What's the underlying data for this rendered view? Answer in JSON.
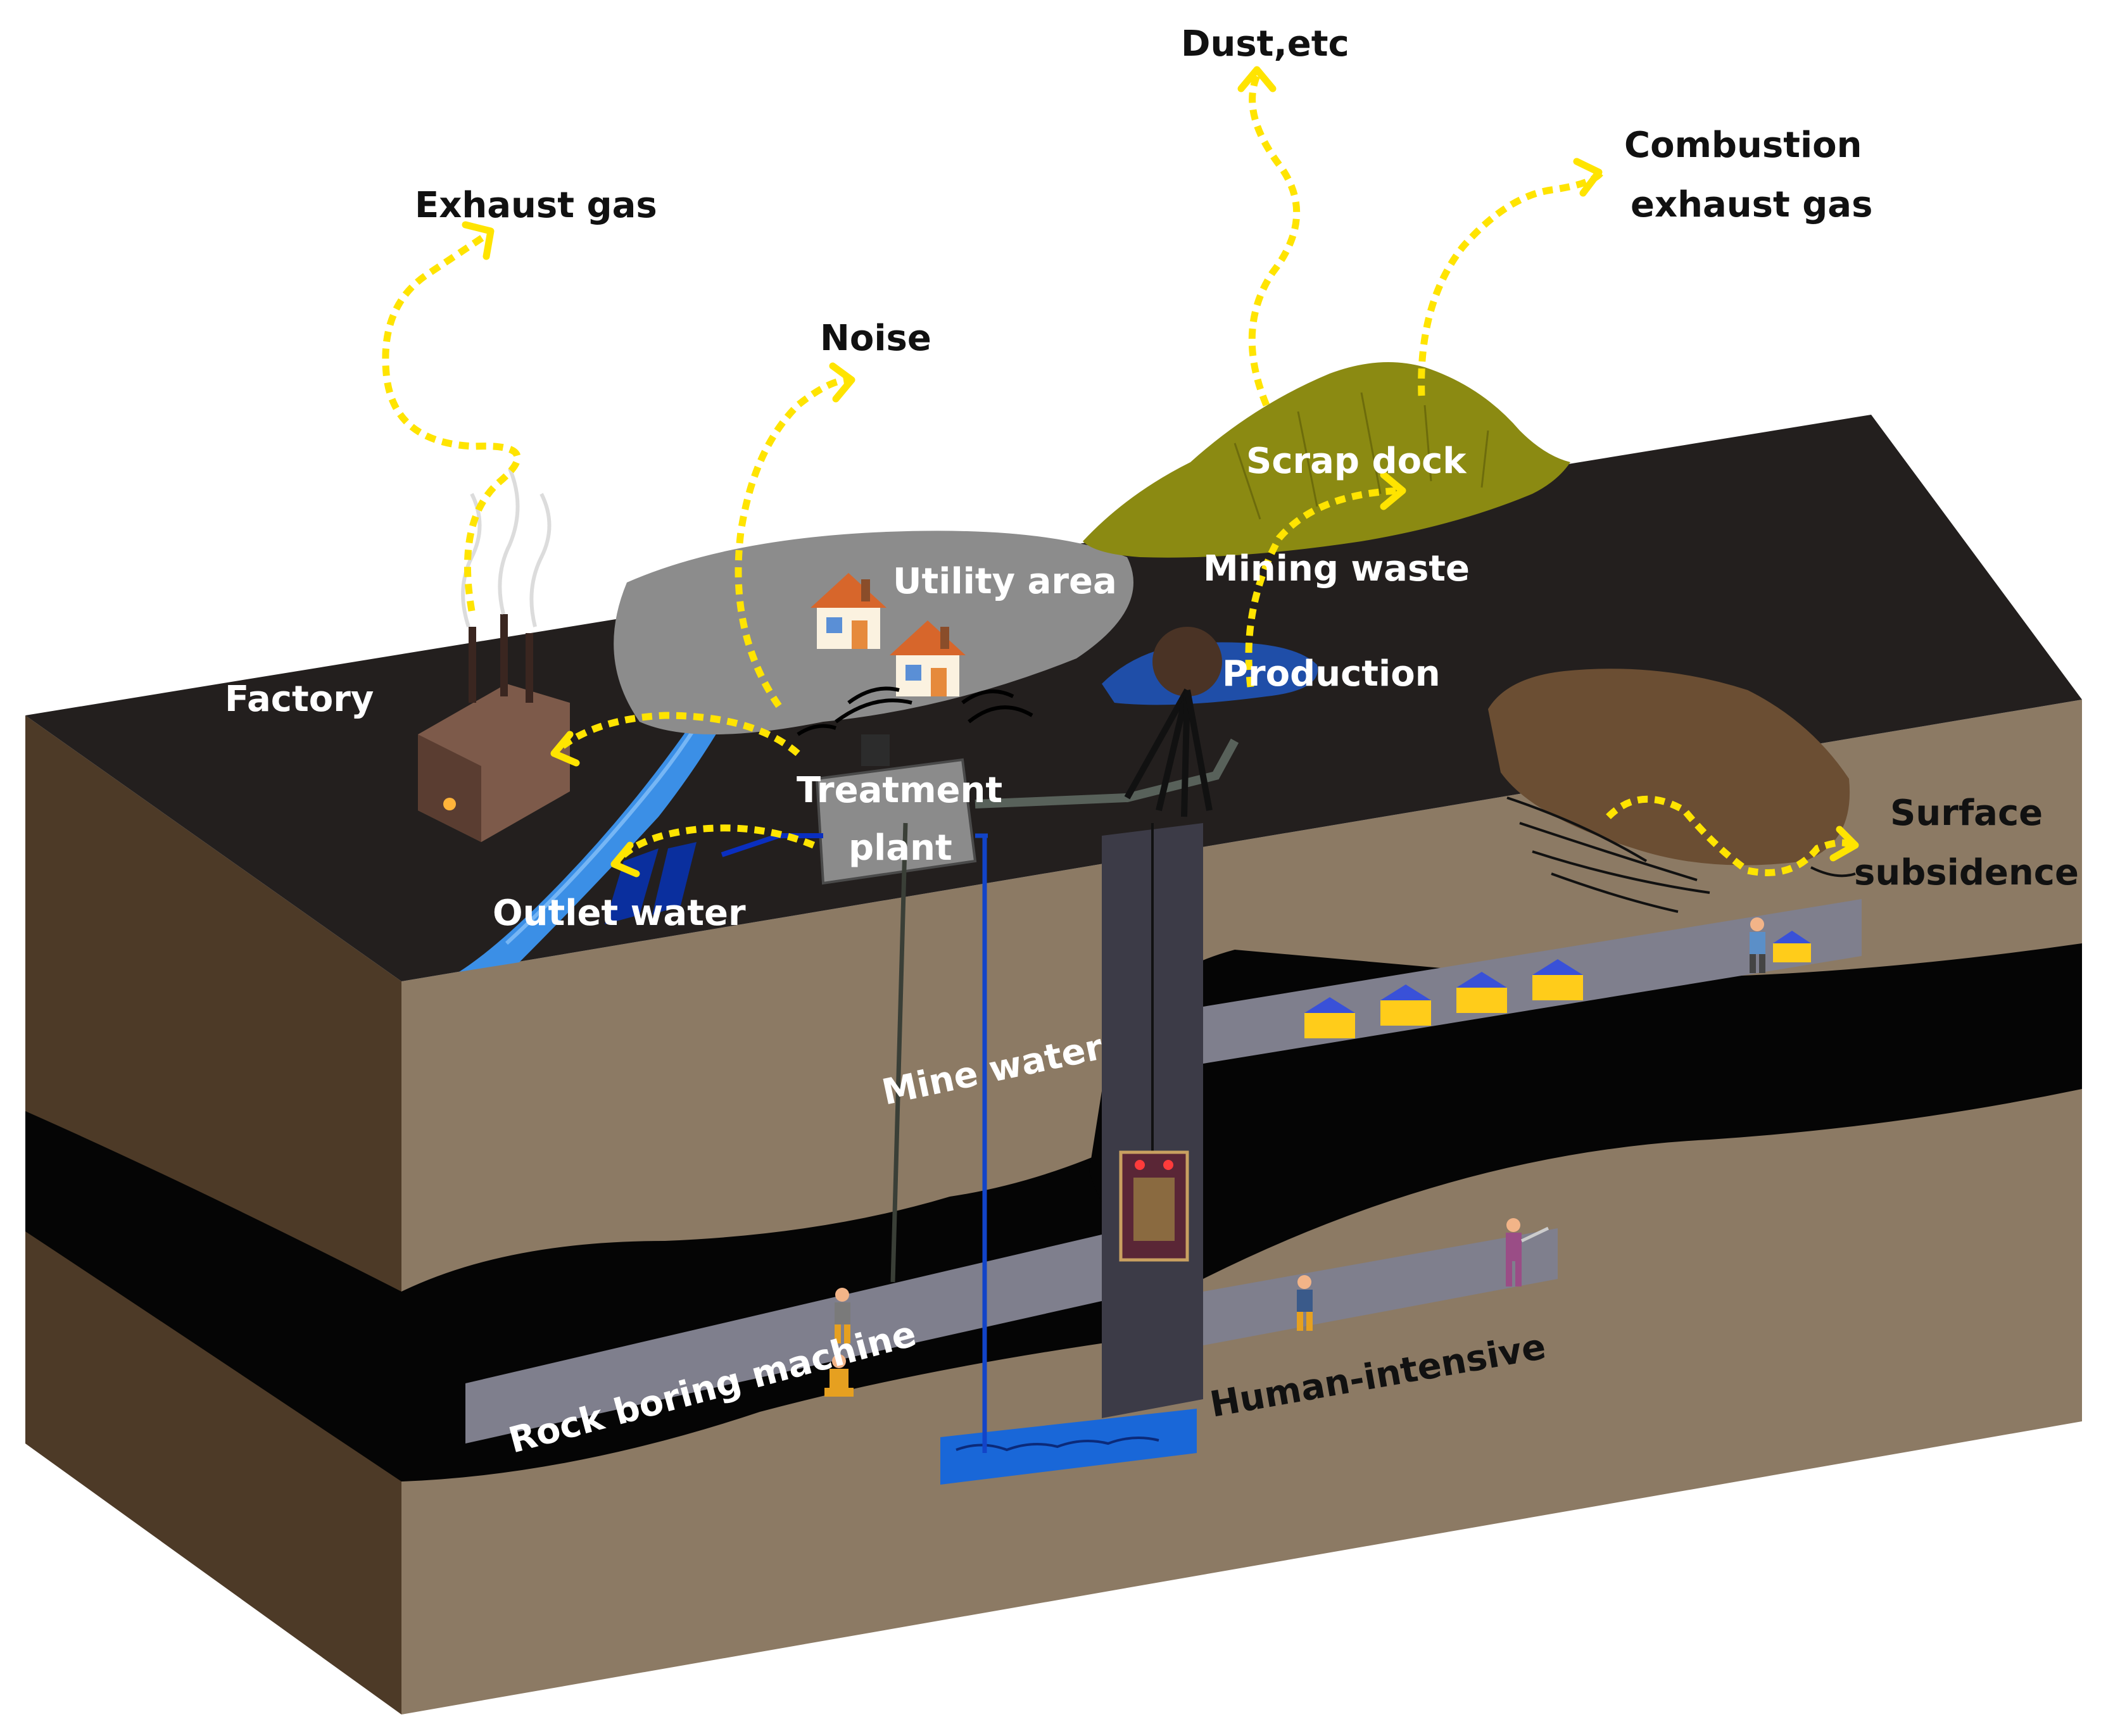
{
  "colors": {
    "surface": "#231f1e",
    "earth_front": "#8c7a64",
    "earth_side": "#4d3a27",
    "coal_seam": "#050505",
    "shaft": "#3c3b47",
    "tunnel": "#7f7f8d",
    "water": "#1967d8",
    "river": "#3b8fe6",
    "scrap_heap": "#8b8a12",
    "subsidence": "#6b4e33",
    "utility_area": "#8c8c8c",
    "emission_arrow": "#FFE400"
  },
  "labels": {
    "dust": "Dust,etc",
    "combustion_line1": "Combustion",
    "combustion_line2": "exhaust gas",
    "exhaust_gas": "Exhaust gas",
    "noise": "Noise",
    "scrap_dock": "Scrap dock",
    "utility_area": "Utility area",
    "mining_waste": "Mining waste",
    "production": "Production",
    "factory": "Factory",
    "treatment_line1": "Treatment",
    "treatment_line2": "plant",
    "outlet_water": "Outlet water",
    "surface_subsidence_line1": "Surface",
    "surface_subsidence_line2": "subsidence",
    "mine_water": "Mine water",
    "rock_boring_machine": "Rock boring machine",
    "human_intensive": "Human-intensive"
  },
  "icons": {
    "house": "house-icon",
    "factory": "factory-icon",
    "worker": "worker-icon",
    "mine_cart": "mine-cart-icon",
    "elevator_cage": "elevator-cage-icon",
    "headframe": "headframe-icon",
    "smoke": "smoke-icon"
  }
}
